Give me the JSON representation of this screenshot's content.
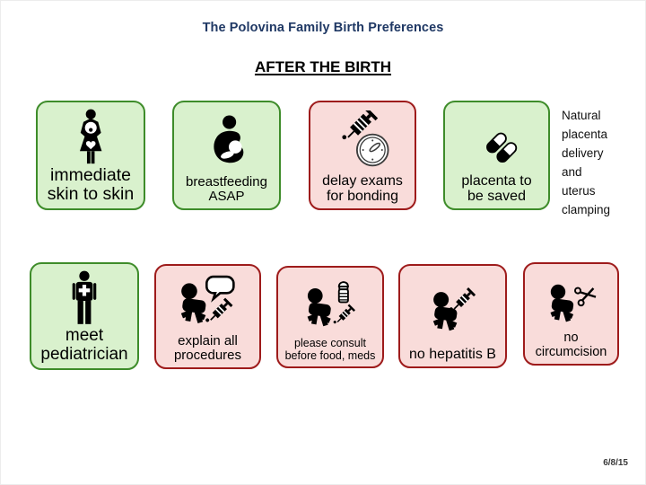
{
  "slide": {
    "title": "The Polovina Family Birth Preferences",
    "subtitle": "AFTER THE BIRTH",
    "date": "6/8/15"
  },
  "colors": {
    "green_fill": "#d9f1cd",
    "green_border": "#3e8c2a",
    "red_fill": "#f9dcda",
    "red_border": "#9e1b1b",
    "title_text": "#1f3864"
  },
  "side_note": {
    "lines": [
      "Natural",
      "placenta",
      "delivery",
      "and",
      "uterus",
      "clamping"
    ]
  },
  "rows": [
    {
      "cards": [
        {
          "label": "immediate skin to skin",
          "variant": "green",
          "icon": "pregnant-woman-icon"
        },
        {
          "label": "breastfeeding ASAP",
          "variant": "green",
          "icon": "breastfeeding-icon"
        },
        {
          "label": "delay exams for bonding",
          "variant": "red",
          "icon": "syringe-clock-icon"
        },
        {
          "label": "placenta to be saved",
          "variant": "green",
          "icon": "pills-icon"
        }
      ]
    },
    {
      "cards": [
        {
          "label": "meet pediatrician",
          "variant": "green",
          "icon": "pediatrician-icon"
        },
        {
          "label": "explain all procedures",
          "variant": "red",
          "icon": "baby-speech-syringe-icon"
        },
        {
          "label": "please consult before food, meds",
          "variant": "red",
          "icon": "baby-bottle-syringe-icon"
        },
        {
          "label": "no hepatitis B",
          "variant": "red",
          "icon": "baby-syringe-icon"
        },
        {
          "label": "no circumcision",
          "variant": "red",
          "icon": "baby-scissors-icon"
        }
      ]
    }
  ]
}
